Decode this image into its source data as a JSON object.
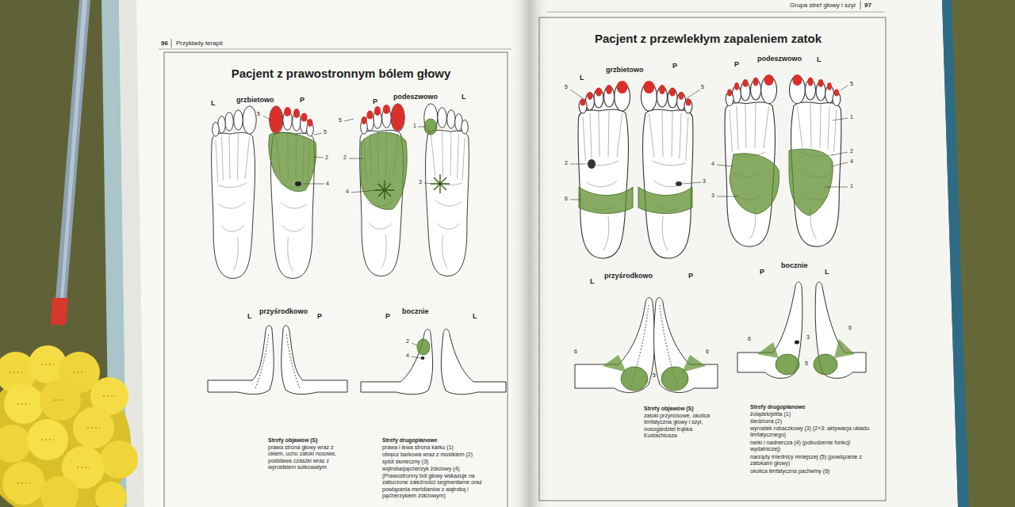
{
  "diagram": {
    "labels": [
      "96",
      "Przykłady terapii",
      "Pacjent z prawostronnym bólem głowy",
      "L",
      "grzbietowo",
      "P",
      "P",
      "podeszwowo",
      "L",
      "5",
      "5",
      "2",
      "4",
      "5",
      "1",
      "2",
      "4",
      "3",
      "L",
      "przyśrodkowo",
      "P",
      "P",
      "bocznie",
      "L",
      "2",
      "4",
      "Strefy objawów (S)",
      "prawa strona głowy wraz z okiem, ucho zatoki nosowe, podstawa czaszki wraz z wyrostkiem sutkowatym",
      "Strefy drugoplanowe",
      "prawa i lewa strona karku (1)",
      "obręcz barkowa wraz z mostkiem (2)",
      "splot słoneczny (3)",
      "wątroba/pęcherzyk żółciowy (4)",
      "(Prawostronny ból głowy wskazuje na zaburzone zależności segmentarne oraz powiązania meridianów z wątrobą i pęcherzykiem żółciowym)",
      "Grupa stref głowy i szyi",
      "97",
      "Pacjent z przewlekłym zapaleniem zatok",
      "L",
      "grzbietowo",
      "P",
      "P",
      "podeszwowo",
      "L",
      "5",
      "5",
      "2",
      "6",
      "3",
      "5",
      "1",
      "2",
      "4",
      "4",
      "3",
      "1",
      "L",
      "przyśrodkowo",
      "P",
      "P",
      "bocznie",
      "L",
      "6",
      "6",
      "5",
      "6",
      "3",
      "5",
      "6",
      "Strefy objawów (S)",
      "zatoki przynosowe, okolica limfatyczna głowy i szyi, nosogardziel trąbka Eustachiusza",
      "Strefy drugoplanowe",
      "żołądek/jelita (1)",
      "śledziona (2)",
      "wyrostek robaczkowy (3) (2+3: aktywacja układu limfatycznego)",
      "nerki i nadnercza (4) (pobudzenie funkcji wydalniczej)",
      "narządy miednicy mniejszej (5) (powiązanie z zatokami głowy)",
      "okolica limfatyczna pachwiny (6)"
    ]
  }
}
